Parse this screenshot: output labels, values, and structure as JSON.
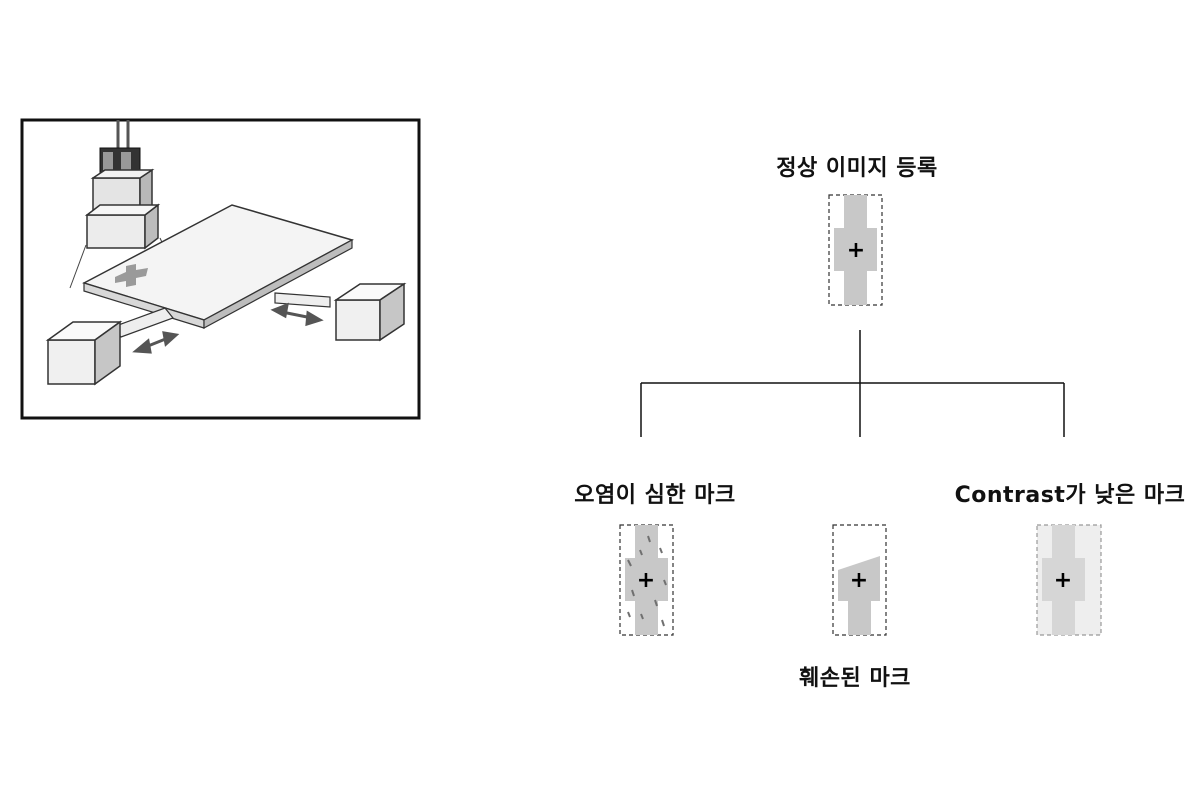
{
  "diagram": {
    "root_label": "정상 이미지 등록",
    "children": [
      {
        "label": "오염이 심한 마크",
        "kind": "contaminated"
      },
      {
        "label": "훼손된 마크",
        "kind": "damaged"
      },
      {
        "label": "Contrast가 낮은 마크",
        "kind": "low-contrast"
      }
    ],
    "mark_symbol": "+"
  },
  "colors": {
    "line": "#111111",
    "mark_fill": "#c8c8c8",
    "mark_fill_light": "#dedede",
    "mark_bg_light": "#eeeeee",
    "stain": "#707070"
  }
}
